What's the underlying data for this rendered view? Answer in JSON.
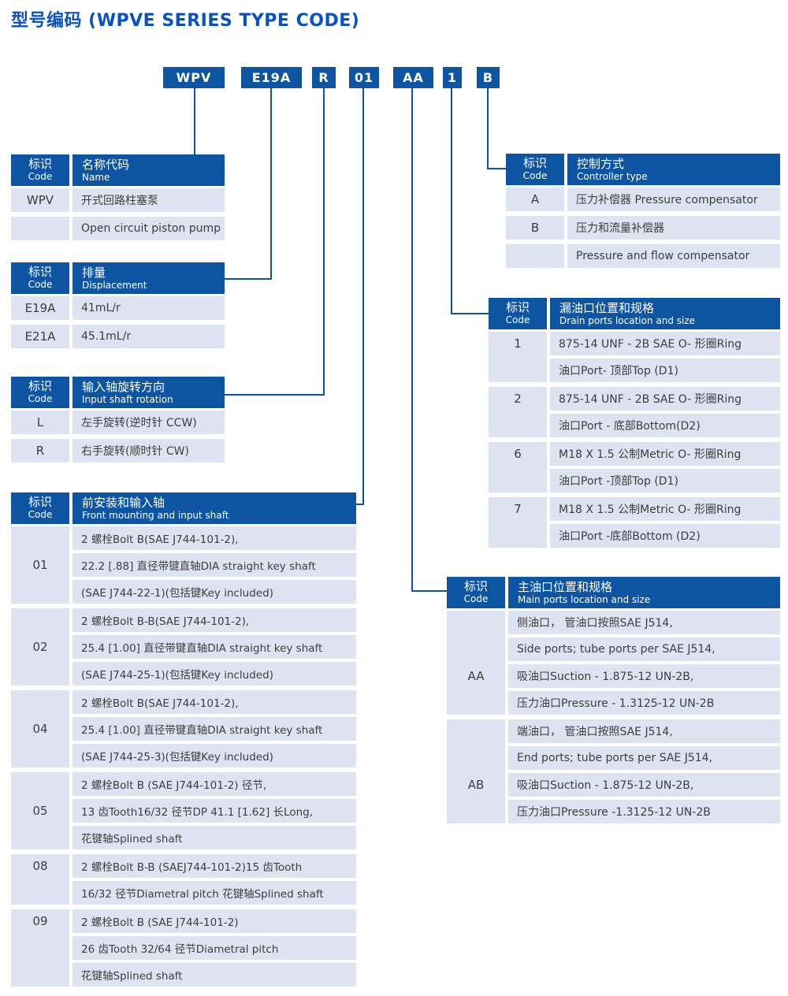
{
  "title": "型号编码 (WPVE SERIES TYPE CODE)",
  "code_boxes": [
    "WPV",
    "E19A",
    "R",
    "01",
    "AA",
    "1",
    "B"
  ],
  "colors": {
    "primary_blue": "#0d55a3",
    "title_blue": "#0652c0",
    "row_background": "#dde3f1",
    "row_text": "#3d3d3d"
  },
  "tables": {
    "name": {
      "header": {
        "code_zh": "标识",
        "code_en": "Code",
        "title_zh": "名称代码",
        "title_en": "Name"
      },
      "groups": [
        {
          "code": "WPV",
          "code_line": 0,
          "lines": [
            "开式回路柱塞泵"
          ]
        },
        {
          "code": "",
          "code_line": 0,
          "lines": [
            "Open circuit piston pump"
          ]
        }
      ]
    },
    "displacement": {
      "header": {
        "code_zh": "标识",
        "code_en": "Code",
        "title_zh": "排量",
        "title_en": "Displacement"
      },
      "groups": [
        {
          "code": "E19A",
          "code_line": 0,
          "lines": [
            "41mL/r"
          ]
        },
        {
          "code": "E21A",
          "code_line": 0,
          "lines": [
            "45.1mL/r"
          ]
        }
      ]
    },
    "rotation": {
      "header": {
        "code_zh": "标识",
        "code_en": "Code",
        "title_zh": "输入轴旋转方向",
        "title_en": "Input shaft rotation"
      },
      "groups": [
        {
          "code": "L",
          "code_line": 0,
          "lines": [
            "左手旋转(逆时针 CCW)"
          ]
        },
        {
          "code": "R",
          "code_line": 0,
          "lines": [
            "右手旋转(顺时针 CW)"
          ]
        }
      ]
    },
    "front_mounting": {
      "header": {
        "code_zh": "标识",
        "code_en": "Code",
        "title_zh": "前安装和输入轴",
        "title_en": "Front mounting and input shaft"
      },
      "groups": [
        {
          "code": "01",
          "code_line": 1,
          "lines": [
            "2 螺栓Bolt B(SAE J744-101-2),",
            "22.2 [.88] 直径带键直轴DIA straight key shaft",
            "(SAE J744-22-1)(包括键Key included)"
          ]
        },
        {
          "code": "02",
          "code_line": 1,
          "lines": [
            "2 螺栓Bolt B-B(SAE J744-101-2),",
            "25.4 [1.00] 直径带键直轴DIA straight key shaft",
            "(SAE J744-25-1)(包括键Key included)"
          ]
        },
        {
          "code": "04",
          "code_line": 1,
          "lines": [
            "2 螺栓Bolt B(SAE J744-101-2),",
            "25.4 [1.00] 直径带键直轴DIA straight key shaft",
            "(SAE J744-25-3)(包括键Key included)"
          ]
        },
        {
          "code": "05",
          "code_line": 1,
          "lines": [
            "2 螺栓Bolt B (SAE J744-101-2) 径节,",
            "13 齿Tooth16/32 径节DP 41.1 [1.62] 长Long,",
            "花键轴Splined shaft"
          ]
        },
        {
          "code": "08",
          "code_line": 0,
          "lines": [
            "2 螺栓Bolt B-B (SAEJ744-101-2)15 齿Tooth",
            "16/32 径节Diametral pitch 花键轴Splined shaft"
          ]
        },
        {
          "code": "09",
          "code_line": 0,
          "lines": [
            "2 螺栓Bolt B (SAE J744-101-2)",
            "26 齿Tooth 32/64 径节Diametral pitch",
            "花键轴Splined shaft"
          ]
        }
      ]
    },
    "controller": {
      "header": {
        "code_zh": "标识",
        "code_en": "Code",
        "title_zh": "控制方式",
        "title_en": "Controller type"
      },
      "groups": [
        {
          "code": "A",
          "code_line": 0,
          "lines": [
            "压力补偿器 Pressure compensator"
          ]
        },
        {
          "code": "B",
          "code_line": 0,
          "lines": [
            "压力和流量补偿器"
          ]
        },
        {
          "code": "",
          "code_line": 0,
          "lines": [
            "Pressure and flow compensator"
          ]
        }
      ]
    },
    "drain_ports": {
      "header": {
        "code_zh": "标识",
        "code_en": "Code",
        "title_zh": "漏油口位置和规格",
        "title_en": "Drain ports location and size"
      },
      "groups": [
        {
          "code": "1",
          "code_line": 0,
          "lines": [
            "875-14 UNF - 2B SAE O- 形圈Ring",
            "油口Port- 顶部Top (D1)"
          ]
        },
        {
          "code": "2",
          "code_line": 0,
          "lines": [
            "875-14 UNF - 2B SAE O- 形圈Ring",
            "油口Port - 底部Bottom(D2)"
          ]
        },
        {
          "code": "6",
          "code_line": 0,
          "lines": [
            "M18 X 1.5 公制Metric O- 形圈Ring",
            "油口Port -顶部Top (D1)"
          ]
        },
        {
          "code": "7",
          "code_line": 0,
          "lines": [
            "M18 X 1.5 公制Metric O- 形圈Ring",
            "油口Port -底部Bottom (D2)"
          ]
        }
      ]
    },
    "main_ports": {
      "header": {
        "code_zh": "标识",
        "code_en": "Code",
        "title_zh": "主油口位置和规格",
        "title_en": "Main ports location and size"
      },
      "groups": [
        {
          "code": "AA",
          "code_line": 2,
          "lines": [
            "侧油口， 管油口按照SAE J514,",
            "Side ports; tube ports per SAE J514,",
            "吸油口Suction - 1.875-12 UN-2B,",
            "压力油口Pressure - 1.3125-12 UN-2B"
          ]
        },
        {
          "code": "AB",
          "code_line": 2,
          "lines": [
            "端油口， 管油口按照SAE J514,",
            "End ports; tube ports per SAE J514,",
            "吸油口Suction - 1.875-12 UN-2B,",
            "压力油口Pressure -1.3125-12 UN-2B"
          ]
        }
      ]
    }
  }
}
